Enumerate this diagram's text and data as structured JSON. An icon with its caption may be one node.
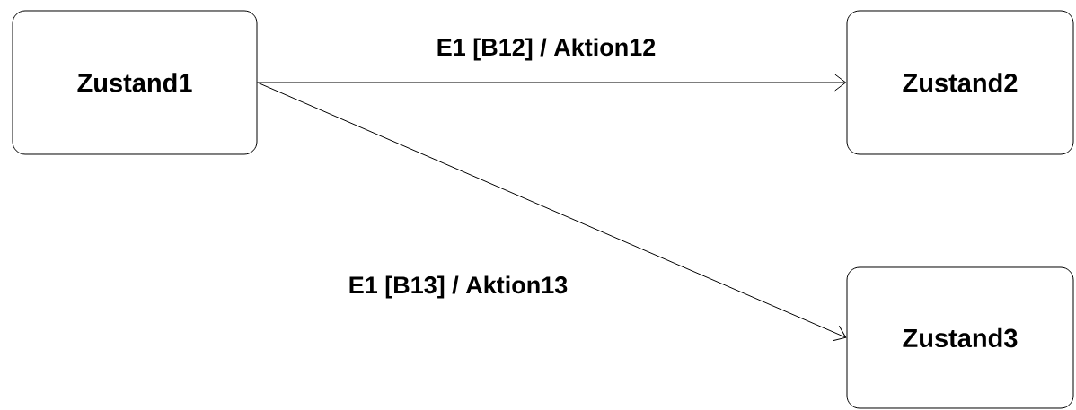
{
  "diagram": {
    "nodes": [
      {
        "text": [
          "Zustand1"
        ]
      },
      {
        "text": [
          "Zustand2"
        ]
      },
      {
        "text": [
          "Zustand3"
        ]
      }
    ],
    "edges": [
      {
        "from": 0,
        "to": 1,
        "arrow": "to",
        "label": "E1 [B12] / Aktion12"
      },
      {
        "from": 0,
        "to": 2,
        "arrow": "to",
        "label": "E1 [B13] / Aktion13"
      }
    ]
  }
}
